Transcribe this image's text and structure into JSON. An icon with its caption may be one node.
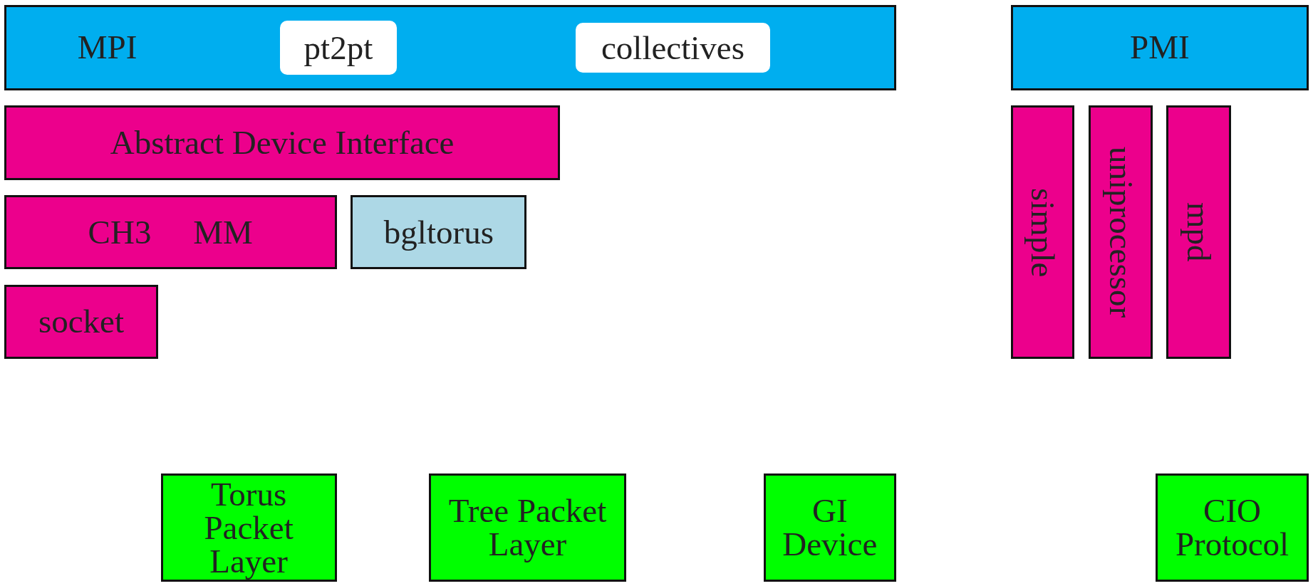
{
  "diagram": {
    "nodes": [
      {
        "text": [
          "MPI"
        ]
      },
      {
        "text": [
          "pt2pt"
        ],
        "in": 0
      },
      {
        "text": [
          "collectives"
        ],
        "in": 0
      },
      {
        "text": [
          "PMI"
        ]
      },
      {
        "text": [
          "Abstract Device Interface"
        ]
      },
      {
        "text": [
          "CH3",
          "MM"
        ]
      },
      {
        "text": [
          "bgltorus"
        ]
      },
      {
        "text": [
          "simple"
        ]
      },
      {
        "text": [
          "uniprocessor"
        ]
      },
      {
        "text": [
          "mpd"
        ]
      },
      {
        "text": [
          "socket"
        ]
      },
      {
        "text": [
          "Torus Packet Layer"
        ]
      },
      {
        "text": [
          "Tree Packet Layer"
        ]
      },
      {
        "text": [
          "GI Device"
        ]
      },
      {
        "text": [
          "CIO Protocol"
        ]
      }
    ]
  }
}
